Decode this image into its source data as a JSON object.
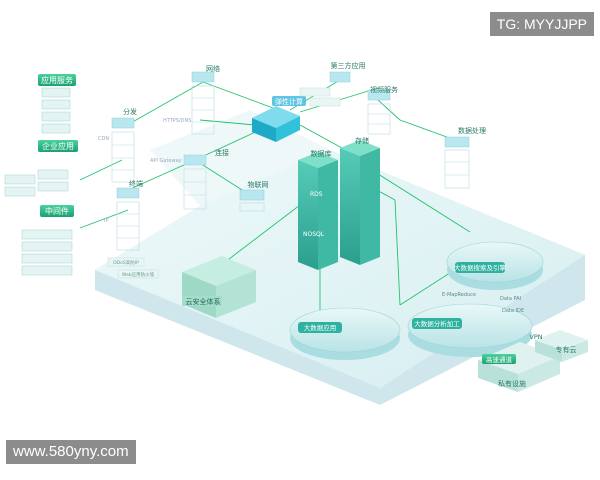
{
  "watermarks": {
    "top": "TG: MYYJJPP",
    "bottom": "www.580yny.com"
  },
  "colors": {
    "accent": "#2fc48a",
    "accent_dark": "#169a6a",
    "teal_box": "#34b7a3",
    "link": "#22c36e",
    "platform": "#dff3f4",
    "block": "#cfe6ec"
  },
  "labels": {
    "app_service": "应用服务",
    "enterprise_app": "企业应用",
    "middleware": "中间件",
    "network": "网络",
    "distribution": "分发",
    "connection": "连接",
    "terminal": "终端",
    "iot": "物联网",
    "elastic_compute": "弹性计算",
    "third_party": "第三方应用",
    "video_service": "视频服务",
    "data_processing": "数据处理",
    "database": "数据库",
    "storage": "存储",
    "cloud_security": "云安全体系",
    "bigdata_search": "大数据搜索及引擎",
    "bigdata_analysis": "大数据分析加工",
    "bigdata_app": "大数据应用",
    "vpn": "VPN",
    "private_cloud": "专有云",
    "high_speed_channel": "高速通道",
    "private_facility": "私有设施"
  },
  "small_labels": {
    "cdn": "CDN",
    "https": "HTTPS/DNS",
    "api_gateway": "API Gateway",
    "ip": "IP",
    "ddos": "DDoS高防IP",
    "waf": "Web应用防火墙",
    "rds": "RDS",
    "nosql": "NOSQL",
    "data_pai": "Data PAI",
    "data_ide": "Data IDE",
    "emr": "E-MapReduce"
  }
}
